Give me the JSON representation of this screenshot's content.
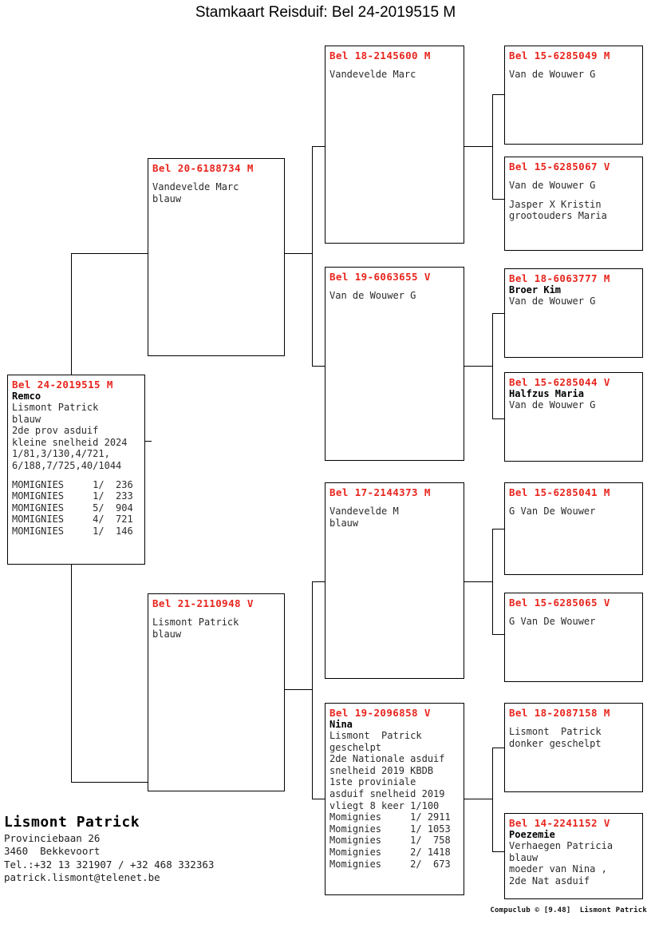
{
  "document": {
    "title": "Stamkaart Reisduif: Bel 24-2019515 M"
  },
  "subject": {
    "ring": "Bel 24-2019515 M",
    "nickname": "Remco",
    "details": "Lismont Patrick\nblauw\n2de prov asduif\nkleine snelheid 2024\n1/81,3/130,4/721,\n6/188,7/725,40/1044",
    "results": "MOMIGNIES     1/  236\nMOMIGNIES     1/  233\nMOMIGNIES     5/  904\nMOMIGNIES     4/  721\nMOMIGNIES     1/  146"
  },
  "generation1": {
    "father": {
      "ring": "Bel 20-6188734 M",
      "nickname": "",
      "details": "Vandevelde Marc\nblauw"
    },
    "mother": {
      "ring": "Bel 21-2110948 V",
      "nickname": "",
      "details": "Lismont Patrick\nblauw"
    }
  },
  "generation2": {
    "ff": {
      "ring": "Bel 18-2145600 M",
      "nickname": "",
      "details": "Vandevelde Marc"
    },
    "fm": {
      "ring": "Bel 19-6063655 V",
      "nickname": "",
      "details": "Van de Wouwer G"
    },
    "mf": {
      "ring": "Bel 17-2144373 M",
      "nickname": "",
      "details": "Vandevelde M\nblauw"
    },
    "mm": {
      "ring": "Bel 19-2096858 V",
      "nickname": "Nina",
      "details": "Lismont  Patrick\ngeschelpt\n2de Nationale asduif\nsnelheid 2019 KBDB\n1ste proviniale\nasduif snelheid 2019\nvliegt 8 keer 1/100\nMomignies     1/ 2911\nMomignies     1/ 1053\nMomignies     1/  758\nMomignies     2/ 1418\nMomignies     2/  673"
    }
  },
  "generation3": {
    "fff": {
      "ring": "Bel 15-6285049 M",
      "nickname": "",
      "details": "Van de Wouwer G"
    },
    "ffm": {
      "ring": "Bel 15-6285067 V",
      "nickname": "",
      "details": "Van de Wouwer G",
      "extra": "Jasper X Kristin\ngrootouders Maria"
    },
    "fmf": {
      "ring": "Bel 18-6063777 M",
      "nickname": "Broer Kim",
      "details": "Van de Wouwer G"
    },
    "fmm": {
      "ring": "Bel 15-6285044 V",
      "nickname": "Halfzus Maria",
      "details": "Van de Wouwer G"
    },
    "mff": {
      "ring": "Bel 15-6285041 M",
      "nickname": "",
      "details": "G Van De Wouwer"
    },
    "mfm": {
      "ring": "Bel 15-6285065 V",
      "nickname": "",
      "details": "G Van De Wouwer"
    },
    "mmf": {
      "ring": "Bel 18-2087158 M",
      "nickname": "",
      "details": "Lismont  Patrick\ndonker geschelpt"
    },
    "mmm": {
      "ring": "Bel 14-2241152 V",
      "nickname": "Poezemie",
      "details": "Verhaegen Patricia\nblauw\nmoeder van Nina ,\n2de Nat asduif"
    }
  },
  "footer": {
    "owner": "Lismont Patrick",
    "address": "Provinciebaan 26\n3460  Bekkevoort\nTel.:+32 13 321907 / +32 468 332363\npatrick.lismont@telenet.be",
    "copyright": "Compuclub © [9.48]  Lismont Patrick"
  },
  "colors": {
    "ring_red": "#e8251d",
    "text_black": "#2b2b2b",
    "border": "#000000"
  }
}
